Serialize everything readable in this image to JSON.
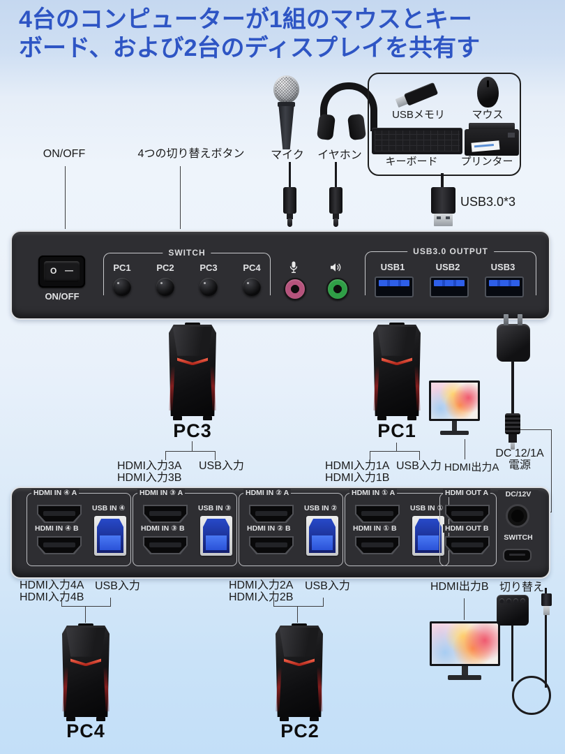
{
  "header": {
    "line1": "4台のコンピューターが1組のマウスとキー",
    "line2": "ボード、および2台のディスプレイを共有す"
  },
  "labels": {
    "on_off": "ON/OFF",
    "four_switch": "4つの切り替えボタン",
    "mic": "マイク",
    "earphone": "イヤホン",
    "usb_memory": "USBメモリ",
    "mouse": "マウス",
    "keyboard": "キーボード",
    "printer": "プリンター",
    "usb3": "USB3.0*3"
  },
  "front_panel": {
    "rocker_off": "O",
    "rocker_on": "—",
    "on_off": "ON/OFF",
    "switch_label": "SWITCH",
    "pc_buttons": [
      "PC1",
      "PC2",
      "PC3",
      "PC4"
    ],
    "usb_output_label": "USB3.0 OUTPUT",
    "usb_ports": [
      "USB1",
      "USB2",
      "USB3"
    ]
  },
  "middle": {
    "pc3": "PC3",
    "pc1": "PC1",
    "pc3_hdmi_a": "HDMI入力3A",
    "pc3_hdmi_b": "HDMI入力3B",
    "pc3_usb": "USB入力",
    "pc1_hdmi_a": "HDMI入力1A",
    "pc1_hdmi_b": "HDMI入力1B",
    "pc1_usb": "USB入力",
    "hdmi_out_a": "HDMI出力A",
    "power_line1": "DC 12/1A",
    "power_line2": "電源"
  },
  "back_panel": {
    "groups": [
      {
        "a": "HDMI IN ④ A",
        "usb": "USB IN ④",
        "b": "HDMI IN ④ B"
      },
      {
        "a": "HDMI IN ③ A",
        "usb": "USB IN ③",
        "b": "HDMI IN ③ B"
      },
      {
        "a": "HDMI IN ② A",
        "usb": "USB IN ②",
        "b": "HDMI IN ② B"
      },
      {
        "a": "HDMI IN ① A",
        "usb": "USB IN ①",
        "b": "HDMI IN ① B"
      }
    ],
    "out_a": "HDMI OUT A",
    "out_b": "HDMI OUT B",
    "dc": "DC/12V",
    "switch": "SWITCH"
  },
  "bottom": {
    "pc4_hdmi_a": "HDMI入力4A",
    "pc4_hdmi_b": "HDMI入力4B",
    "pc4_usb": "USB入力",
    "pc2_hdmi_a": "HDMI入力2A",
    "pc2_hdmi_b": "HDMI入力2B",
    "pc2_usb": "USB入力",
    "hdmi_out_b": "HDMI出力B",
    "switch_remote": "切り替え",
    "pc4": "PC4",
    "pc2": "PC2"
  },
  "colors": {
    "header_blue": "#2e55c4",
    "usb_blue": "#2e5fe8",
    "jack_pink": "#b5537c",
    "jack_green": "#2f9e46",
    "panel_dark": "#2e2e32"
  }
}
